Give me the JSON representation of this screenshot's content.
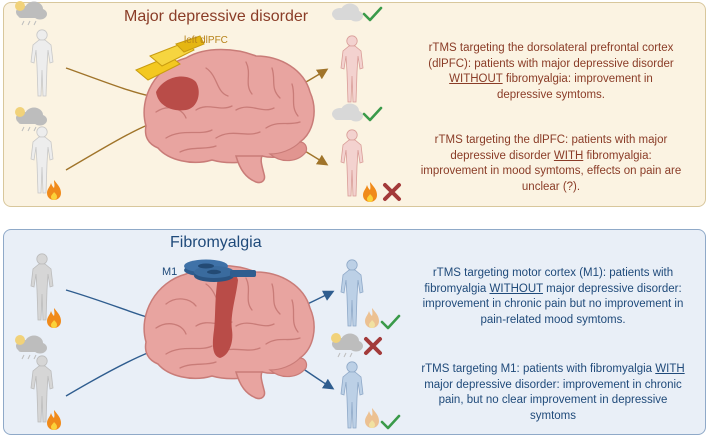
{
  "panels": {
    "mdd": {
      "title": "Major depressive disorder",
      "coil_label": "left dlPFC",
      "outcome_1": {
        "before": "rTMS targeting the dorsolateral prefrontal cortex (dlPFC): patients with major depressive disorder ",
        "emph": "WITHOUT",
        "after": " fibromyalgia: improvement in depressive symtoms."
      },
      "outcome_2": {
        "before": "rTMS targeting the dlPFC: patients with major depressive disorder ",
        "emph": "WITH",
        "after": " fibromyalgia: improvement in mood symtoms, effects on pain are unclear (?)."
      }
    },
    "fm": {
      "title": "Fibromyalgia",
      "coil_label": "M1",
      "outcome_1": {
        "before": "rTMS targeting motor cortex (M1): patients with fibromyalgia ",
        "emph": "WITHOUT",
        "after": " major depressive disorder: improvement in chronic pain but no improvement in pain-related mood symtoms."
      },
      "outcome_2": {
        "before": "rTMS targeting M1: patients with fibromyalgia ",
        "emph": "WITH",
        "after": " major depressive disorder: improvement in chronic pain, but no clear improvement in depressive symtoms"
      }
    }
  },
  "colors": {
    "mdd_panel_bg": "#fbf3e2",
    "mdd_panel_border": "#d8c79c",
    "mdd_text": "#8a3c27",
    "fm_panel_bg": "#e9eff7",
    "fm_panel_border": "#8fa9c8",
    "fm_text": "#1f4a7a",
    "brain": "#e8a4a0",
    "brain_target": "#b94c48",
    "dlpfc_coil": "#f3c820",
    "m1_coil": "#2f5d8f",
    "check": "#3a9a4a",
    "cross": "#a33a3a",
    "flame": "#f08a1a"
  },
  "icons": [
    "storm-cloud-icon",
    "human-figure-icon",
    "flame-icon",
    "check-icon",
    "cross-icon",
    "arrow-icon",
    "brain-icon",
    "tms-coil-icon"
  ]
}
